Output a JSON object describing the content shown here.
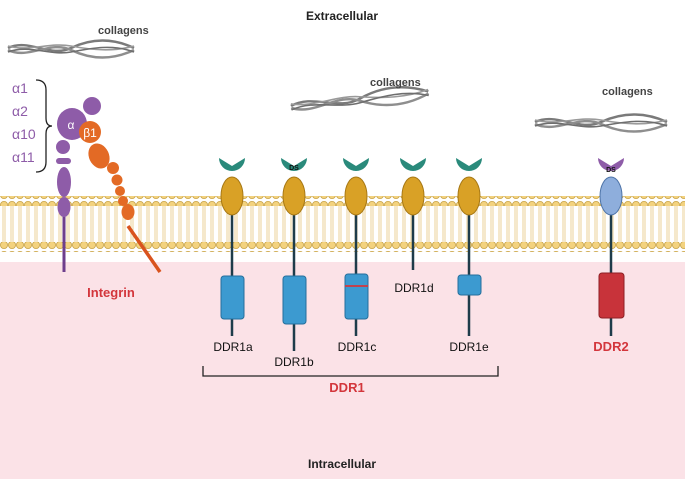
{
  "labels": {
    "extracellular": "Extracellular",
    "intracellular": "Intracellular",
    "collagens": "collagens",
    "integrin": "Integrin",
    "alpha": "α",
    "beta1": "β1",
    "ds": "DS",
    "ddr1_group": "DDR1",
    "ddr2": "DDR2"
  },
  "integrin_subunits": [
    "α1",
    "α2",
    "α10",
    "α11"
  ],
  "ddr1_isoforms": [
    "DDR1a",
    "DDR1b",
    "DDR1c",
    "DDR1d",
    "DDR1e"
  ],
  "colors": {
    "membrane_head": "#F3D27E",
    "membrane_head_stroke": "#C9A54A",
    "membrane_tail": "#E9CC8C",
    "cytoplasm": "#FBE2E7",
    "integrin_alpha": "#8E5CA8",
    "integrin_beta": "#E36A25",
    "ddr_head_teal": "#2A8A7B",
    "ddr_body_gold": "#D9A126",
    "ddr_kinase_blue": "#3C9AD0",
    "ddr2_body_light_blue": "#8EAEDC",
    "ddr2_head_purple": "#8E5CA8",
    "ddr2_kinase_red": "#C8333A",
    "stalk": "#1E3C4A",
    "label_red": "#D3363C",
    "label_purple": "#8E5CA8",
    "collagen": "#7A7A7A"
  }
}
